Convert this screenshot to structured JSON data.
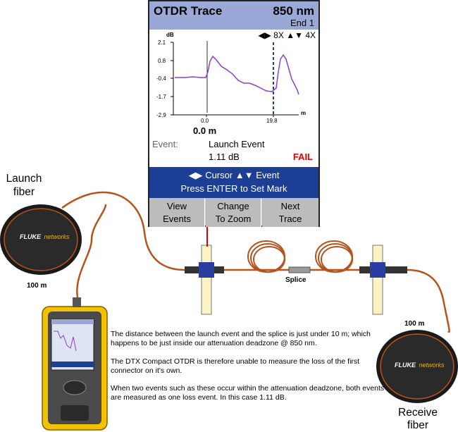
{
  "screen": {
    "title": "OTDR Trace",
    "wavelength": "850 nm",
    "end": "End 1",
    "y_unit": "dB",
    "y_ticks": [
      "2.1",
      "0.8",
      "-0.4",
      "-1.7",
      "-2.9"
    ],
    "x_unit": "m",
    "x_ticks": [
      "0.0",
      "19.8"
    ],
    "zoom_left": "8X",
    "zoom_right": "4X",
    "cursor_distance": "0.0 m",
    "event_label": "Event:",
    "event_name": "Launch Event",
    "event_loss": "1.11 dB",
    "event_status": "FAIL",
    "nav_line1": "Cursor",
    "nav_line1b": "Event",
    "nav_line2": "Press ENTER to Set Mark",
    "softkeys": [
      {
        "line1": "View",
        "line2": "Events"
      },
      {
        "line1": "Change",
        "line2": "To Zoom"
      },
      {
        "line1": "Next",
        "line2": "Trace"
      }
    ]
  },
  "labels": {
    "launch_fiber_1": "Launch",
    "launch_fiber_2": "fiber",
    "launch_length": "100 m",
    "receive_fiber_1": "Receive",
    "receive_fiber_2": "fiber",
    "receive_length": "100 m",
    "splice": "Splice",
    "brand_1": "FLUKE",
    "brand_2": "networks"
  },
  "notes": [
    "The distance between the launch event and the splice is just under 10 m; which happens to be just inside our attenuation deadzone @ 850 nm.",
    "The DTX Compact OTDR is therefore unable to measure the loss of the first connector on it's own.",
    "When two events such as these occur within the attenuation deadzone, both events are measured as one loss event. In this case 1.11 dB."
  ],
  "colors": {
    "trace": "#8a3fd0",
    "cursor": "#e00000",
    "marker": "#1c3f95",
    "header": "#9aa8d8",
    "fiber": "#b5531e",
    "device": "#f2c200"
  }
}
